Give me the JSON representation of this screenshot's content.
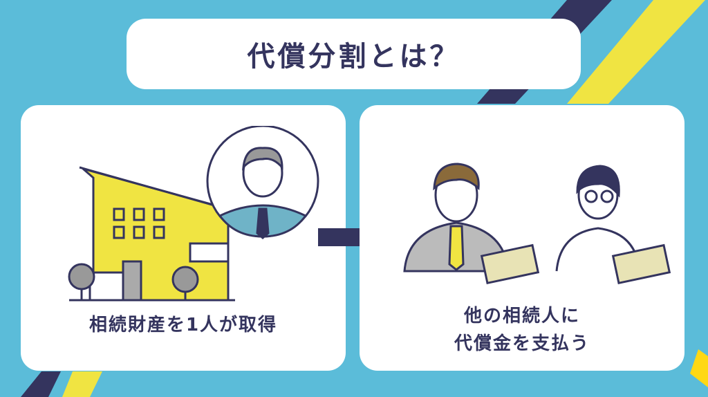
{
  "title": "代償分割とは？",
  "left_panel": {
    "caption": "相続財産を1人が取得"
  },
  "right_panel": {
    "caption_line1": "他の相続人に",
    "caption_line2": "代償金を支払う"
  },
  "colors": {
    "background": "#5bbcd9",
    "navy": "#34345e",
    "yellow": "#f0e442",
    "white": "#ffffff"
  }
}
